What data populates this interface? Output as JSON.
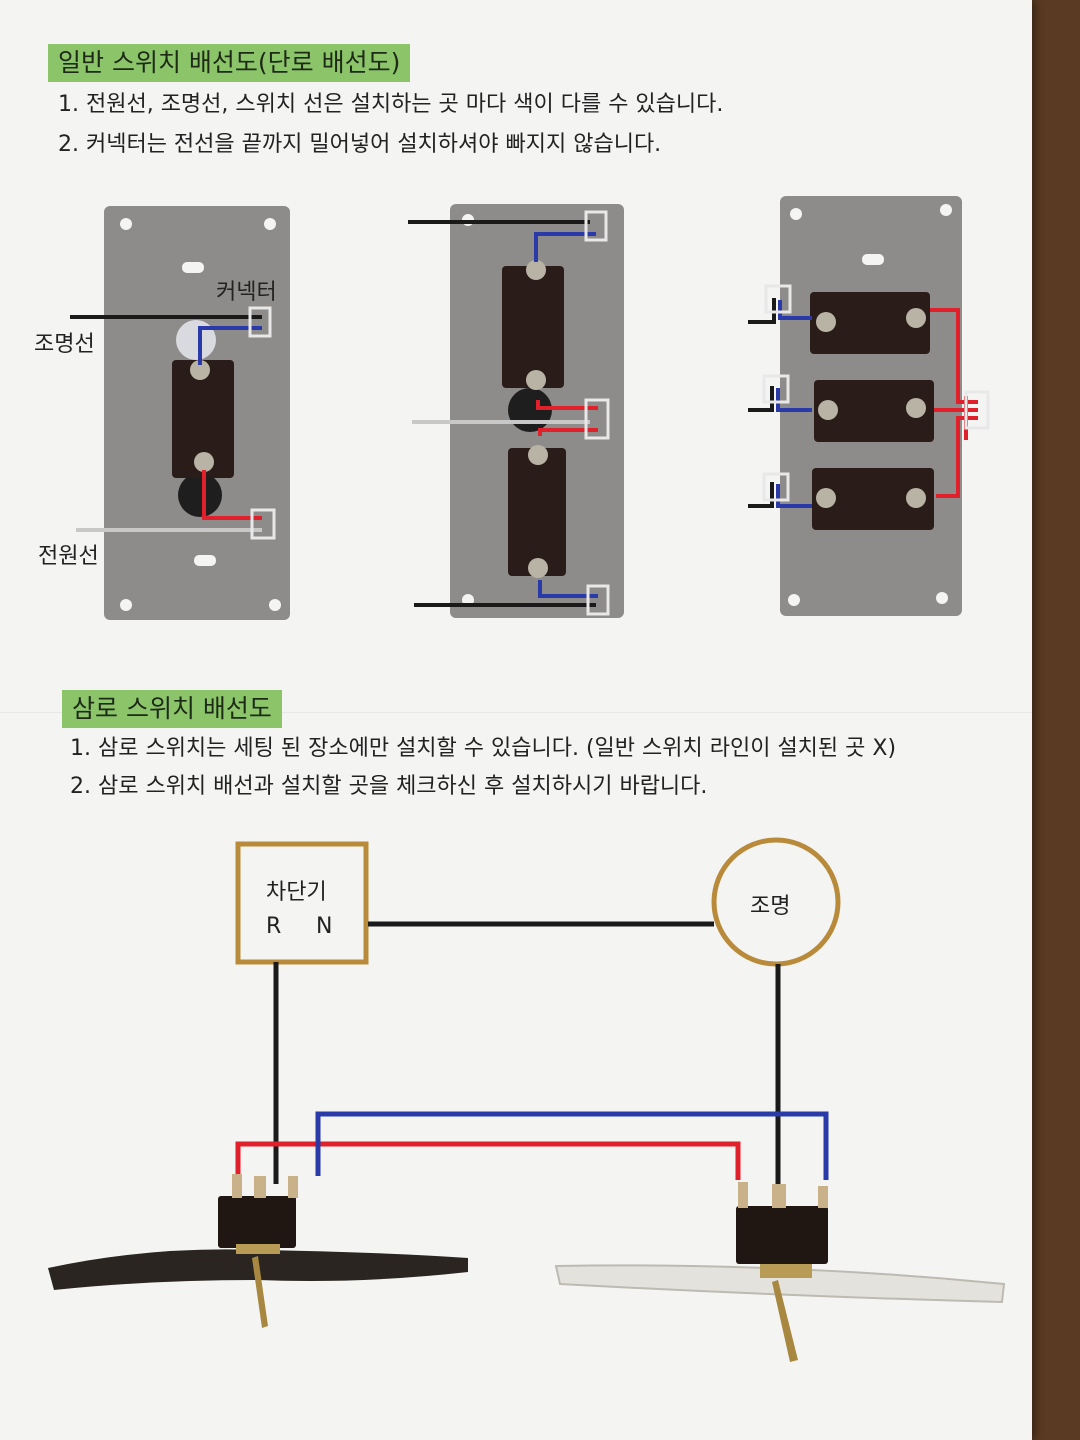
{
  "section1": {
    "title": "일반 스위치 배선도(단로 배선도)",
    "notes": [
      "1. 전원선, 조명선, 스위치 선은 설치하는 곳 마다 색이 다를 수 있습니다.",
      "2. 커넥터는 전선을 끝까지 밀어넣어 설치하셔야 빠지지 않습니다."
    ],
    "labels": {
      "connector": "커넥터",
      "light_wire": "조명선",
      "power_wire": "전원선"
    }
  },
  "section2": {
    "title": "삼로 스위치 배선도",
    "notes": [
      "1. 삼로 스위치는 세팅 된 장소에만 설치할 수 있습니다. (일반 스위치 라인이 설치된 곳 X)",
      "2. 삼로 스위치 배선과 설치할 곳을 체크하신 후 설치하시기 바랍니다."
    ],
    "breaker": {
      "label": "차단기",
      "r": "R",
      "n": "N"
    },
    "lamp": {
      "label": "조명"
    }
  },
  "colors": {
    "heading_bg": "#8cc46a",
    "plate": "#8e8c8a",
    "switch_body": "#2a1c18",
    "wire_blue": "#2a3aa8",
    "wire_red": "#e0202a",
    "wire_black": "#1a1a1a",
    "wire_gray": "#c8c8c8",
    "diagram_outline": "#b88a3a"
  }
}
